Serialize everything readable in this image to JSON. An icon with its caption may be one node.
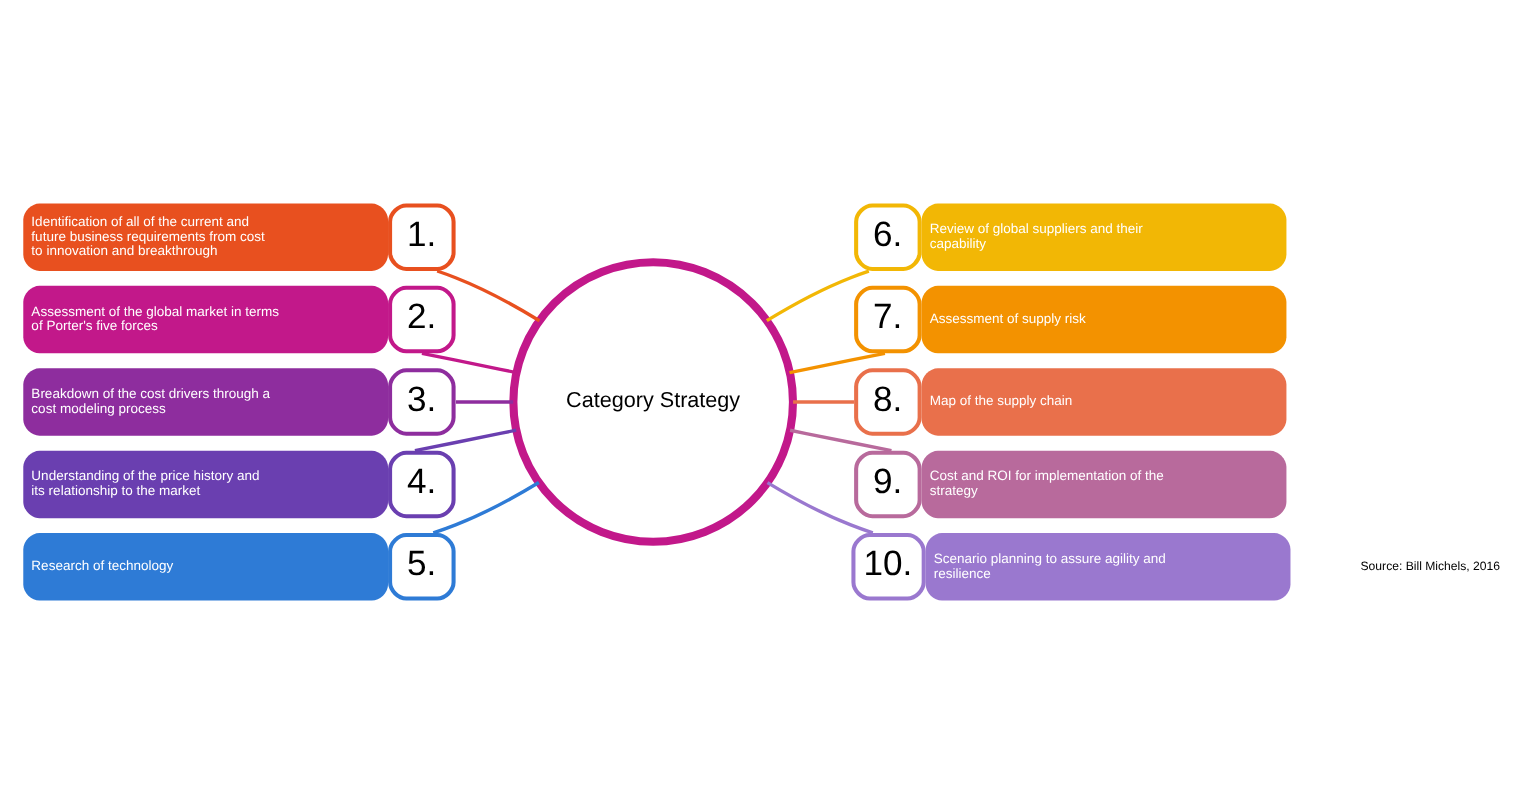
{
  "diagram": {
    "nodes": [
      {
        "text": [
          "Category Strategy"
        ]
      },
      {
        "text": [
          "Identification of all of the current and future business requirements from cost to innovation and breakthrough",
          "1."
        ]
      },
      {
        "text": [
          "Assessment of the global market in terms of Porter's five forces",
          "2."
        ]
      },
      {
        "text": [
          "Breakdown of the cost drivers through a cost modeling process",
          "3."
        ]
      },
      {
        "text": [
          "Understanding of the price history and its relationship to the market",
          "4."
        ]
      },
      {
        "text": [
          "Research of technology",
          "5."
        ]
      },
      {
        "text": [
          "6.",
          "Review of global suppliers and their capability"
        ]
      },
      {
        "text": [
          "7.",
          "Assessment of supply risk"
        ]
      },
      {
        "text": [
          "8.",
          "Map of the supply chain"
        ]
      },
      {
        "text": [
          "9.",
          "Cost and ROI for implementation of the strategy"
        ]
      },
      {
        "text": [
          "10.",
          "Scenario planning to assure agility and resilience"
        ]
      }
    ],
    "edges": [
      {
        "from": 0,
        "to": 1,
        "arrow": "none",
        "color": "#e8501f"
      },
      {
        "from": 0,
        "to": 2,
        "arrow": "none",
        "color": "#c2188a"
      },
      {
        "from": 0,
        "to": 3,
        "arrow": "none",
        "color": "#8e2d9e"
      },
      {
        "from": 0,
        "to": 4,
        "arrow": "none",
        "color": "#6a3fb0"
      },
      {
        "from": 0,
        "to": 5,
        "arrow": "none",
        "color": "#2e7bd6"
      },
      {
        "from": 0,
        "to": 6,
        "arrow": "none",
        "color": "#f2b705"
      },
      {
        "from": 0,
        "to": 7,
        "arrow": "none",
        "color": "#f39200"
      },
      {
        "from": 0,
        "to": 8,
        "arrow": "none",
        "color": "#e9704b"
      },
      {
        "from": 0,
        "to": 9,
        "arrow": "none",
        "color": "#b86a9c"
      },
      {
        "from": 0,
        "to": 10,
        "arrow": "none",
        "color": "#9a78cf"
      }
    ],
    "labels": [
      "Source: Bill Michels, 2016"
    ]
  }
}
